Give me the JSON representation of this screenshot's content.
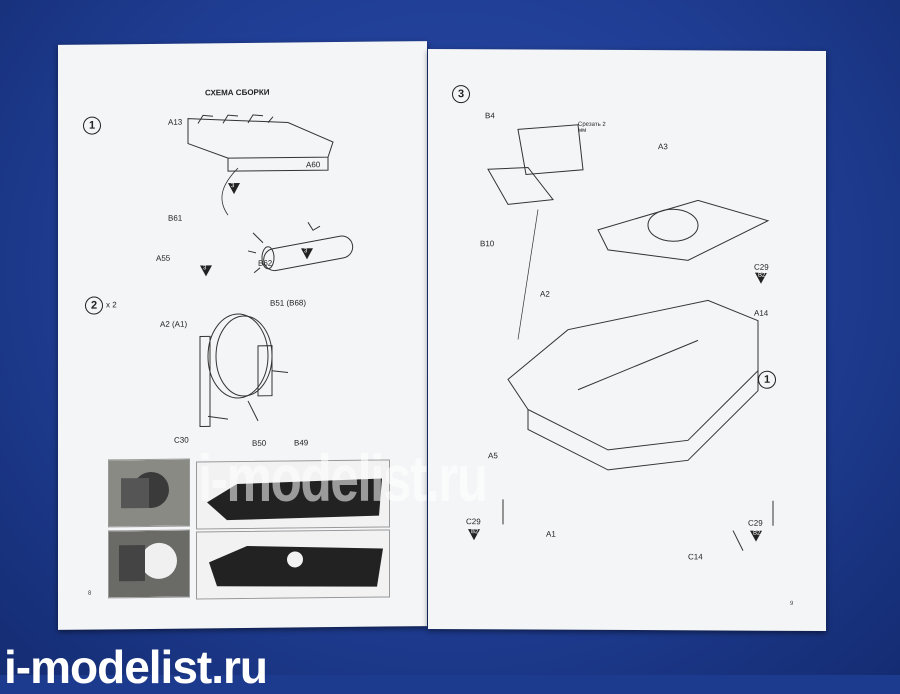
{
  "left_page": {
    "heading": "СХЕМА СБОРКИ",
    "step1": {
      "number": "1",
      "labels": [
        "A13",
        "A60",
        "B61",
        "A55",
        "B62"
      ],
      "refs": [
        "3",
        "3",
        "3"
      ]
    },
    "step2": {
      "number": "2",
      "multiplier": "x 2",
      "labels": [
        "B51 (B68)",
        "A2 (A1)",
        "C30",
        "B50",
        "B49"
      ]
    },
    "page_number": "8"
  },
  "right_page": {
    "step3": {
      "number": "3"
    },
    "labels": [
      "B4",
      "A3",
      "B10",
      "C29",
      "A2",
      "A14",
      "A5",
      "C29",
      "A1",
      "C29",
      "C14"
    ],
    "note": "Срезать 2 мм",
    "refs": [
      "B2",
      "B2",
      "B2"
    ],
    "callout": "1",
    "page_number": "9"
  },
  "watermark": "i-modelist.ru",
  "watermark_bottom": "i-modelist.ru"
}
